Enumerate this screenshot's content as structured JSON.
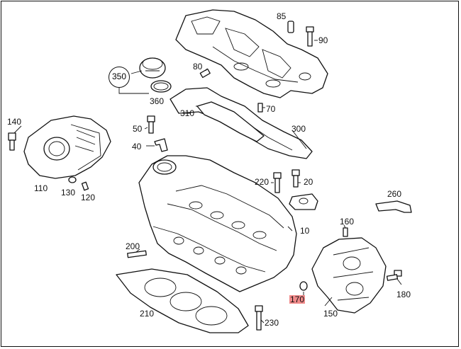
{
  "diagram": {
    "labels": {
      "p85": "85",
      "p90": "90",
      "p80": "80",
      "p350": "350",
      "p360": "360",
      "p70": "70",
      "p310": "310",
      "p300": "300",
      "p140": "140",
      "p50": "50",
      "p40": "40",
      "p220": "220",
      "p20": "20",
      "p110": "110",
      "p130": "130",
      "p120": "120",
      "p260": "260",
      "p10": "10",
      "p160": "160",
      "p200": "200",
      "p170": "170",
      "p180": "180",
      "p210": "210",
      "p150": "150",
      "p230": "230"
    },
    "highlight_color": "#f08a8a"
  }
}
